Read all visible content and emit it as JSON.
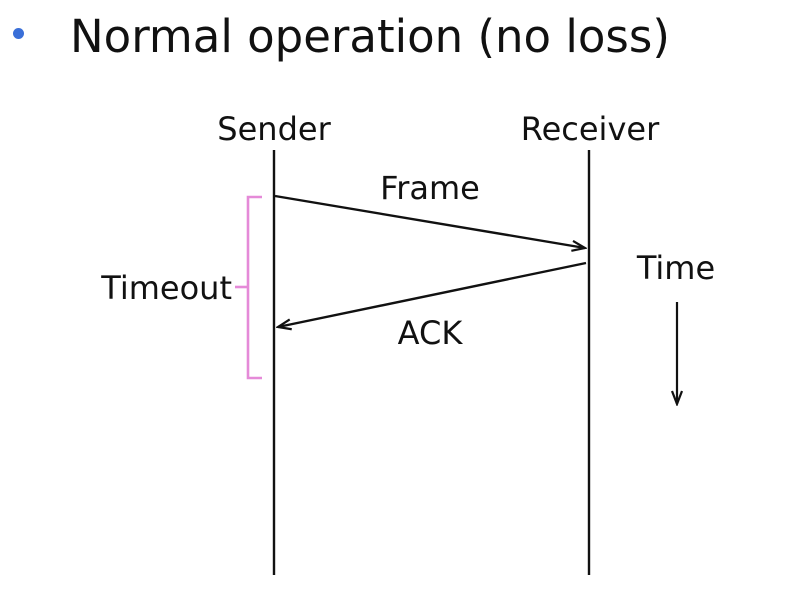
{
  "heading": "Normal operation (no loss)",
  "labels": {
    "sender": "Sender",
    "receiver": "Receiver",
    "frame": "Frame",
    "ack": "ACK",
    "timeout": "Timeout",
    "time": "Time"
  },
  "colors": {
    "bullet": "#3a6fd8",
    "timeout_bracket": "#e58ad8",
    "lines": "#111111"
  }
}
